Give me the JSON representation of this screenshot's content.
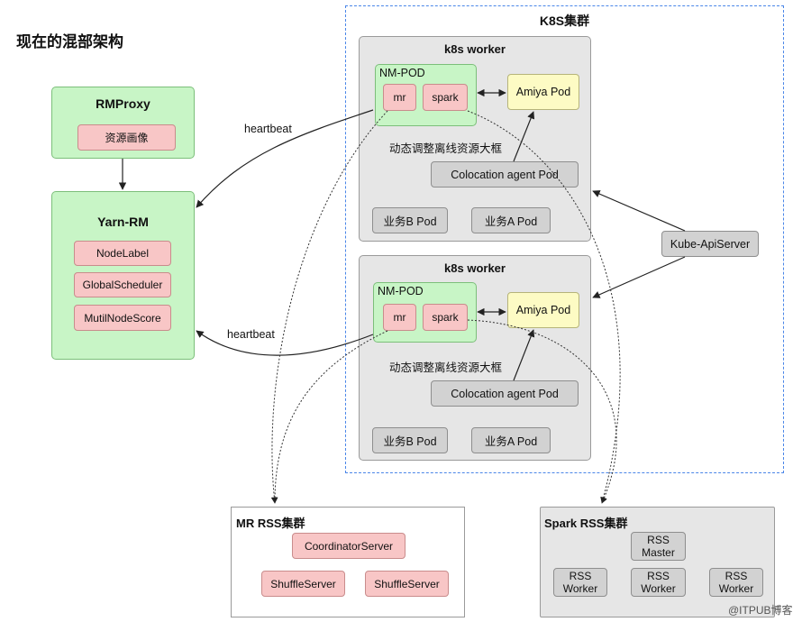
{
  "page_title": "现在的混部架构",
  "k8s_cluster": {
    "title": "K8S集群"
  },
  "workers": [
    {
      "title": "k8s worker",
      "nm_pod": "NM-POD",
      "mr": "mr",
      "spark": "spark",
      "amiya": "Amiya Pod",
      "adjust_label": "动态调整离线资源大框",
      "agent": "Colocation agent Pod",
      "biz_b": "业务B Pod",
      "biz_a": "业务A Pod"
    },
    {
      "title": "k8s worker",
      "nm_pod": "NM-POD",
      "mr": "mr",
      "spark": "spark",
      "amiya": "Amiya Pod",
      "adjust_label": "动态调整离线资源大框",
      "agent": "Colocation agent Pod",
      "biz_b": "业务B Pod",
      "biz_a": "业务A Pod"
    }
  ],
  "rmproxy": {
    "title": "RMProxy",
    "item": "资源画像"
  },
  "yarn_rm": {
    "title": "Yarn-RM",
    "items": [
      "NodeLabel",
      "GlobalScheduler",
      "MutilNodeScore"
    ]
  },
  "heartbeat_labels": [
    "heartbeat",
    "heartbeat"
  ],
  "kube_apiserver": "Kube-ApiServer",
  "mr_rss": {
    "title": "MR RSS集群",
    "coordinator": "CoordinatorServer",
    "shuffle": [
      "ShuffleServer",
      "ShuffleServer"
    ]
  },
  "spark_rss": {
    "title": "Spark RSS集群",
    "master": [
      "RSS",
      "Master"
    ],
    "workers": [
      [
        "RSS",
        "Worker"
      ],
      [
        "RSS",
        "Worker"
      ],
      [
        "RSS",
        "Worker"
      ]
    ]
  },
  "watermark": "@ITPUB博客"
}
